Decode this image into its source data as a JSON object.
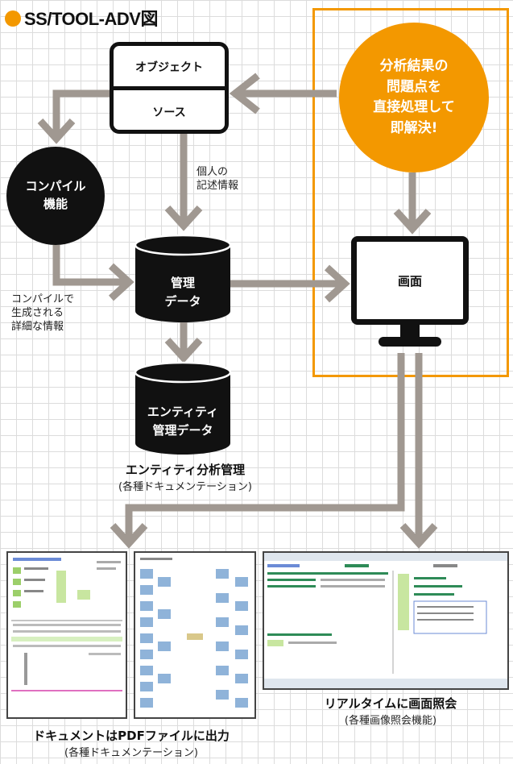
{
  "title": "SS/TOOL-ADV図",
  "colors": {
    "accent": "#f39800",
    "arrow": "#a09891",
    "ink": "#111111"
  },
  "object_box": {
    "top_label": "オブジェクト",
    "bottom_label": "ソース"
  },
  "compile_circle": {
    "line1": "コンパイル",
    "line2": "機能"
  },
  "orange_circle": {
    "line1": "分析結果の",
    "line2": "問題点を",
    "line3": "直接処理して",
    "line4": "即解決!"
  },
  "note_personal": {
    "line1": "個人の",
    "line2": "記述情報"
  },
  "note_compile": {
    "line1": "コンパイルで",
    "line2": "生成される",
    "line3": "詳細な情報"
  },
  "db_main": {
    "line1": "管理",
    "line2": "データ"
  },
  "db_entity": {
    "line1": "エンティティ",
    "line2": "管理データ"
  },
  "entity_caption": {
    "title": "エンティティ分析管理",
    "sub": "(各種ドキュメンテーション)"
  },
  "screen": {
    "label": "画面"
  },
  "realtime_caption": {
    "title": "リアルタイムに画面照会",
    "sub": "(各種画像照会機能)"
  },
  "doc_caption": {
    "title": "ドキュメントはPDFファイルに出力",
    "sub": "(各種ドキュメンテーション)"
  }
}
